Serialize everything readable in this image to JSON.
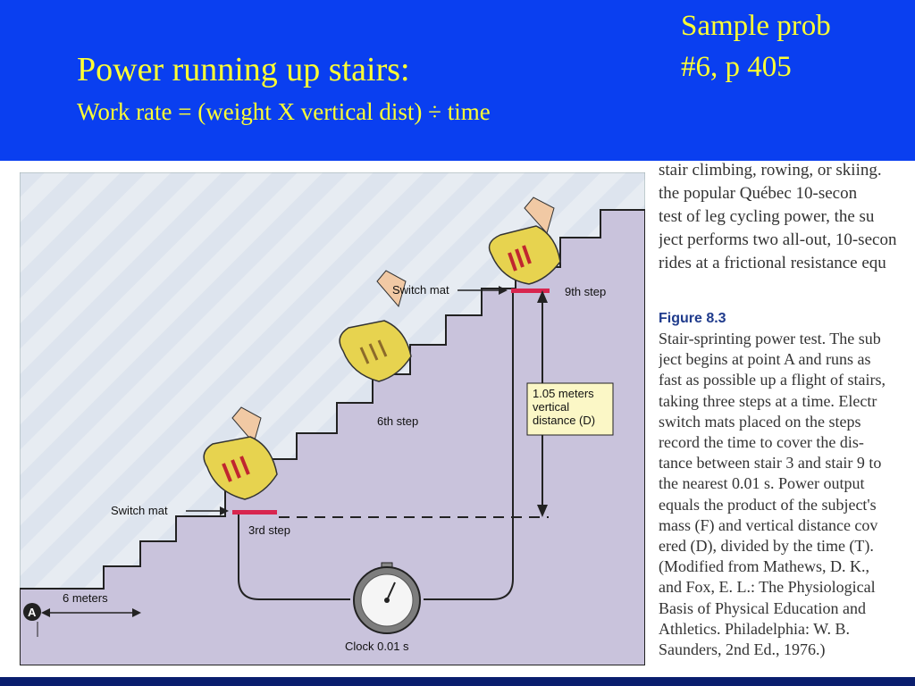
{
  "slide": {
    "title": "Power running up stairs:",
    "subtitle": "Work rate = (weight X vertical dist) ÷ time",
    "reference_line1": "Sample prob",
    "reference_line2": "#6, p 405"
  },
  "figure": {
    "labels": {
      "switch_mat_top": "Switch mat",
      "ninth_step": "9th step",
      "sixth_step": "6th step",
      "measure_line1": "1.05 meters",
      "measure_line2": "vertical",
      "measure_line3": "distance (D)",
      "switch_mat_bottom": "Switch mat",
      "third_step": "3rd step",
      "six_meters": "6 meters",
      "point_a": "A",
      "clock": "Clock 0.01 s"
    }
  },
  "side_text": {
    "lines": [
      "stair climbing, rowing, or skiing.",
      "the popular Québec 10-secon",
      "test of leg cycling power, the su",
      "ject performs two all-out, 10-secon",
      "rides at a frictional resistance equ"
    ]
  },
  "caption": {
    "label": "Figure 8.3",
    "lines": [
      "Stair-sprinting power test. The sub",
      "ject begins at point A and runs as",
      "fast as possible up a flight of stairs,",
      "taking three steps at a time. Electr",
      "switch mats placed on the steps",
      "record the time to cover the dis-",
      "tance between stair 3 and stair 9 to",
      "the nearest 0.01 s. Power output",
      "equals the product of the subject's",
      "mass (F) and vertical distance cov",
      "ered (D), divided by the time (T).",
      "(Modified from Mathews, D. K.,",
      "and Fox, E. L.: The Physiological",
      "Basis of Physical Education and",
      "Athletics. Philadelphia: W. B.",
      "Saunders, 2nd Ed., 1976.)"
    ]
  },
  "colors": {
    "header_bg": "#0a3ff0",
    "title_text": "#ffff33",
    "stairs_fill": "#c9c3dc",
    "switch_mat": "#d8254f",
    "figure_label": "#1f3b8c"
  }
}
